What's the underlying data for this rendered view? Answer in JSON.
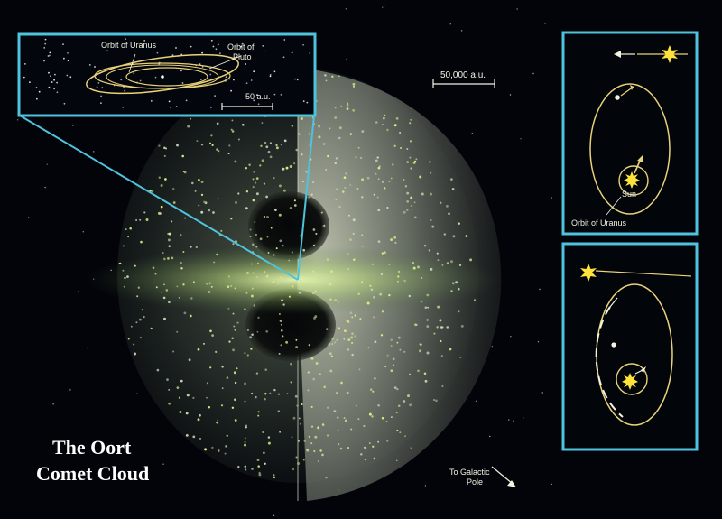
{
  "title": {
    "line1": "The Oort",
    "line2": "Comet Cloud"
  },
  "main_scale": {
    "label": "50,000 a.u."
  },
  "inset": {
    "orbit_uranus_label": "Orbit of Uranus",
    "orbit_pluto_label_1": "Orbit of",
    "orbit_pluto_label_2": "Pluto",
    "scale_label": "50 a.u."
  },
  "panel_top": {
    "sun_label": "Sun",
    "orbit_label": "Orbit of Uranus"
  },
  "galactic": {
    "line1": "To Galactic",
    "line2": "Pole"
  },
  "colors": {
    "background": "#02040a",
    "frame": "#4fc3dd",
    "orbit": "#ead27a",
    "sun": "#ffe23a",
    "cloud": "#b8c8a8",
    "title_text": "#ffffff"
  }
}
